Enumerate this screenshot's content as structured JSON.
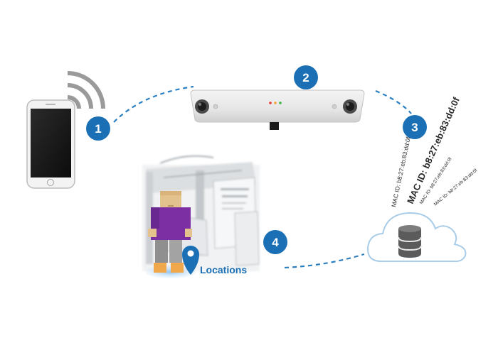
{
  "steps": [
    {
      "label": "1"
    },
    {
      "label": "2"
    },
    {
      "label": "3"
    },
    {
      "label": "4"
    }
  ],
  "mac_ids": {
    "main": "MAC ID: b8:27:eb:83:dd:0f",
    "small_1": "MAC ID: b8:27:eb:83:dd:0f",
    "small_2": "MAC ID: b8:27:eb:83:dd:0f",
    "small_3": "MAC ID: b8:27:eb:83:dd:0f"
  },
  "location": {
    "label": "Locations"
  },
  "colors": {
    "accent_blue": "#1a6fb5",
    "dashed_line": "#2b7fc0",
    "cloud_outline": "#a9cde8"
  },
  "icons": {
    "phone": "smartphone-icon",
    "wifi": "wifi-signal-icon",
    "sensor": "stereo-camera-sensor-icon",
    "cloud": "cloud-database-icon",
    "pin": "location-pin-icon"
  }
}
